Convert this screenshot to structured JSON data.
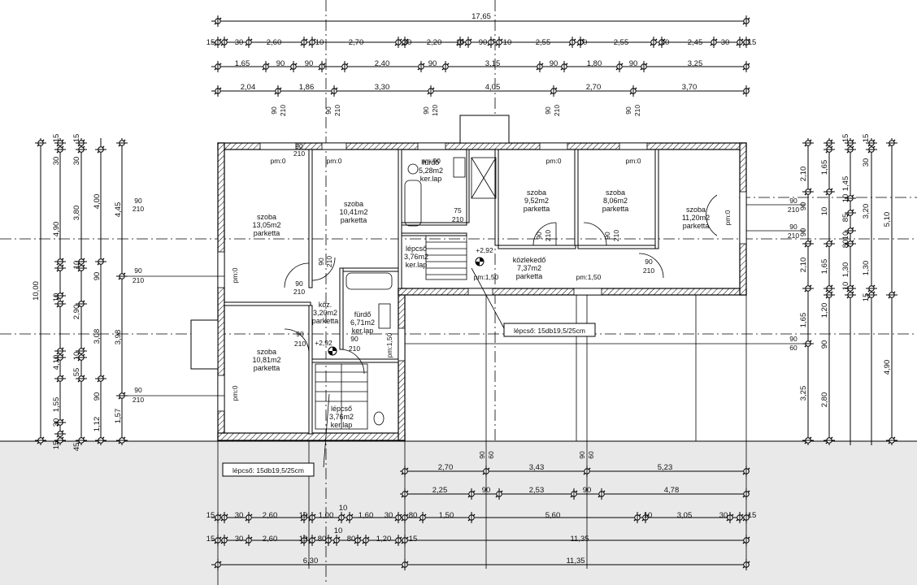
{
  "rooms": [
    {
      "name": "szoba",
      "area": "13,05m2",
      "floor": "parketta"
    },
    {
      "name": "szoba",
      "area": "10,41m2",
      "floor": "parketta"
    },
    {
      "name": "fürdő",
      "area": "5,28m2",
      "floor": "ker.lap"
    },
    {
      "name": "szoba",
      "area": "9,52m2",
      "floor": "parketta"
    },
    {
      "name": "szoba",
      "area": "8,06m2",
      "floor": "parketta"
    },
    {
      "name": "szoba",
      "area": "11,20m2",
      "floor": "parketta"
    },
    {
      "name": "lépcső",
      "area": "3,76m2",
      "floor": "ker.lap"
    },
    {
      "name": "közlekedő",
      "area": "7,37m2",
      "floor": "parketta"
    },
    {
      "name": "köz.",
      "area": "3,20m2",
      "floor": "parketta"
    },
    {
      "name": "fürdő",
      "area": "6,71m2",
      "floor": "ker.lap"
    },
    {
      "name": "szoba",
      "area": "10,81m2",
      "floor": "parketta"
    },
    {
      "name": "lépcső",
      "area": "3,76m2",
      "floor": "ker.lap"
    }
  ],
  "sill_labels": [
    "pm:0",
    "pm:0",
    "pm:90",
    "pm:0",
    "pm:0",
    "pm:0",
    "pm:0",
    "pm:0",
    "pm:1,50",
    "pm:1,50",
    "pm:1,50"
  ],
  "levels": [
    "+2,92",
    "+2,92"
  ],
  "stair_notes": [
    "lépcső: 15db19,5/25cm",
    "lépcső: 15db19,5/25cm"
  ],
  "top_dims": {
    "overall": "17,65",
    "row1": [
      "15",
      "30",
      "2,60",
      "10",
      "2,70",
      "30",
      "2,20",
      "10",
      "90",
      "10",
      "2,55",
      "10",
      "2,55",
      "10",
      "2,45",
      "30",
      "15"
    ],
    "row2": [
      "1,65",
      "90",
      "90",
      "2,40",
      "90",
      "3,15",
      "90",
      "1,80",
      "90",
      "3,25"
    ],
    "row3": [
      "2,04",
      "1,86",
      "3,30",
      "4,05",
      "2,70",
      "3,70"
    ]
  },
  "opening_dims": [
    "90",
    "210",
    "90",
    "210",
    "90",
    "120",
    "90",
    "210",
    "90",
    "210"
  ],
  "door_dims": [
    "90",
    "210",
    "75",
    "210",
    "90",
    "210",
    "90",
    "210",
    "90",
    "210",
    "90",
    "210",
    "90",
    "210",
    "90",
    "210",
    "90",
    "210"
  ],
  "left_dims": {
    "overall": "10,00",
    "col1": [
      "15",
      "30",
      "3,80",
      "10",
      "90",
      "2,90",
      "10",
      "55",
      "90",
      "1,12",
      "45"
    ],
    "col1b": [
      "15",
      "30",
      "4,90",
      "10",
      "4,10",
      "1,55",
      "30",
      "15"
    ],
    "col2": [
      "4,00",
      "3,08"
    ],
    "col3": [
      "4,45",
      "3,98",
      "1,57"
    ],
    "openings": [
      "90",
      "210",
      "90",
      "210",
      "90",
      "210"
    ]
  },
  "right_dims": {
    "overall": "5,10",
    "overall2": "4,90",
    "col1": [
      "15",
      "30",
      "1,65",
      "1,45",
      "10",
      "85",
      "10",
      "80",
      "1,30",
      "10",
      "1,20",
      "90",
      "2,80"
    ],
    "col2": [
      "2,10",
      "90",
      "90",
      "2,10",
      "1,65",
      "3,25"
    ],
    "col3": [
      "15",
      "3,20",
      "15"
    ],
    "openings": [
      "90",
      "210",
      "90",
      "210",
      "90",
      "60"
    ]
  },
  "bottom_dims": {
    "row_a": [
      "2,70",
      "3,43",
      "5,23"
    ],
    "row_b": [
      "2,25",
      "90",
      "2,53",
      "90",
      "4,78"
    ],
    "row_c": [
      "15",
      "30",
      "2,60",
      "10",
      "1,00",
      "10",
      "1,60",
      "30",
      "80",
      "1,50",
      "5,60",
      "10",
      "3,05",
      "30",
      "15"
    ],
    "row_d": [
      "15",
      "30",
      "2,60",
      "10",
      "80",
      "10",
      "80",
      "1,20",
      "15",
      "11,35"
    ],
    "row_e": [
      "6,30",
      "11,35"
    ],
    "openings": [
      "90",
      "60",
      "90",
      "60"
    ]
  }
}
